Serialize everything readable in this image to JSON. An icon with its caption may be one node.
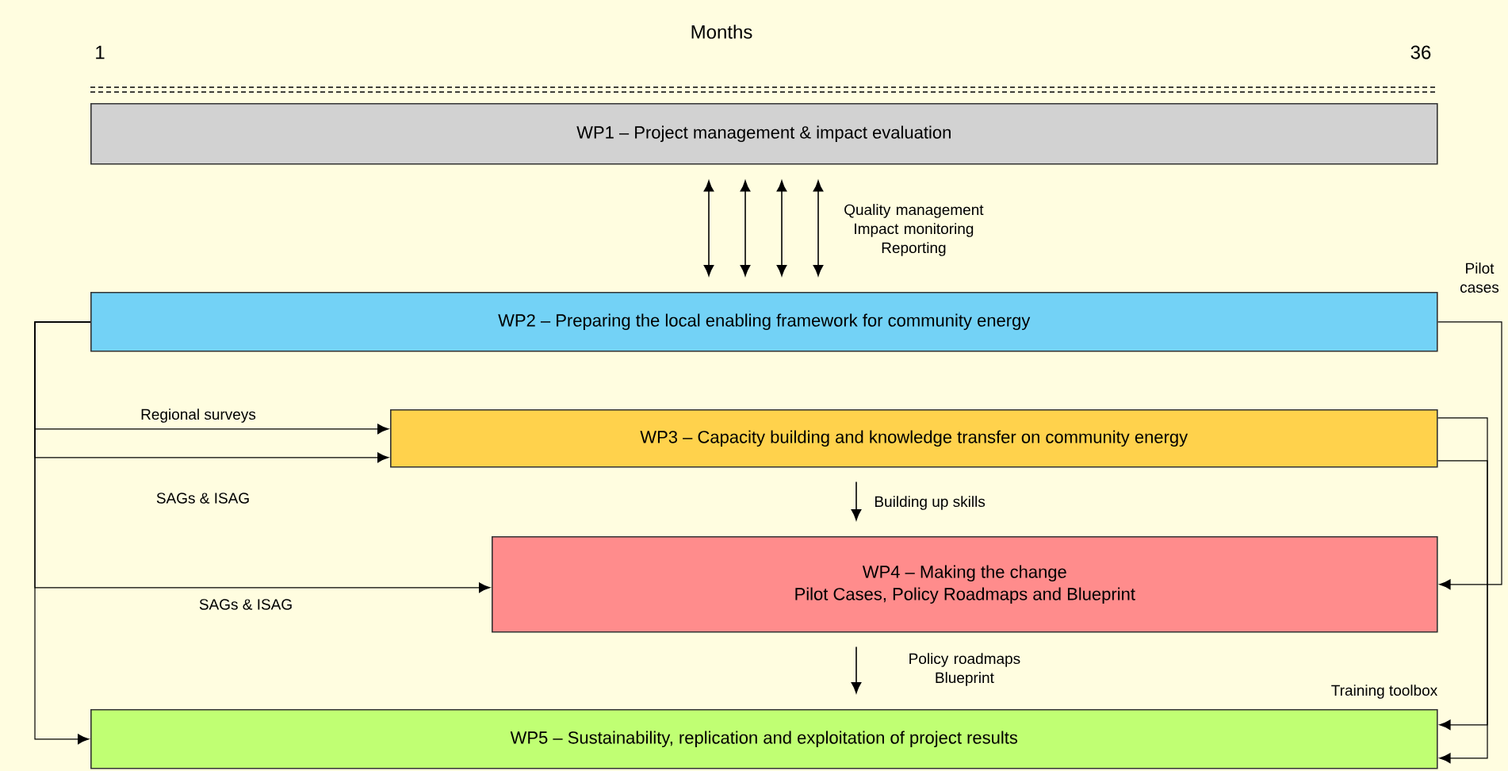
{
  "diagram": {
    "nodes": [
      {
        "text": [
          "WP1 – Project management & impact evaluation"
        ]
      },
      {
        "text": [
          "WP2 – Preparing the local enabling framework for community energy"
        ]
      },
      {
        "text": [
          "WP3 – Capacity building and knowledge transfer on community energy"
        ]
      },
      {
        "text": [
          "WP4 – Making the change",
          "Pilot Cases, Policy Roadmaps and Blueprint"
        ]
      },
      {
        "text": [
          "WP5 – Sustainability, replication and exploitation of project results"
        ]
      }
    ],
    "edges": [
      {
        "from": 0,
        "to": 1,
        "arrow": "both"
      },
      {
        "from": 0,
        "to": 1,
        "arrow": "both"
      },
      {
        "from": 0,
        "to": 1,
        "arrow": "both"
      },
      {
        "from": 0,
        "to": 1,
        "arrow": "both",
        "label": "Quality management Impact monitoring Reporting"
      },
      {
        "from": 1,
        "to": 2,
        "arrow": "to",
        "label": "Regional surveys"
      },
      {
        "from": 1,
        "to": 2,
        "arrow": "to",
        "label": "SAGs & ISAG"
      },
      {
        "from": 1,
        "to": 3,
        "arrow": "to",
        "label": "SAGs & ISAG"
      },
      {
        "from": 1,
        "to": 4,
        "arrow": "to"
      },
      {
        "from": 2,
        "to": 3,
        "arrow": "to",
        "label": "Building up skills"
      },
      {
        "from": 3,
        "to": 4,
        "arrow": "to",
        "label": "Policy roadmaps Blueprint"
      },
      {
        "from": 1,
        "to": 3,
        "arrow": "to",
        "label": "Pilot cases"
      },
      {
        "from": 2,
        "to": 4,
        "arrow": "to",
        "label": "Training toolbox"
      },
      {
        "from": 2,
        "to": 4,
        "arrow": "to"
      }
    ],
    "labels": [
      "Months",
      "1",
      "36"
    ]
  }
}
